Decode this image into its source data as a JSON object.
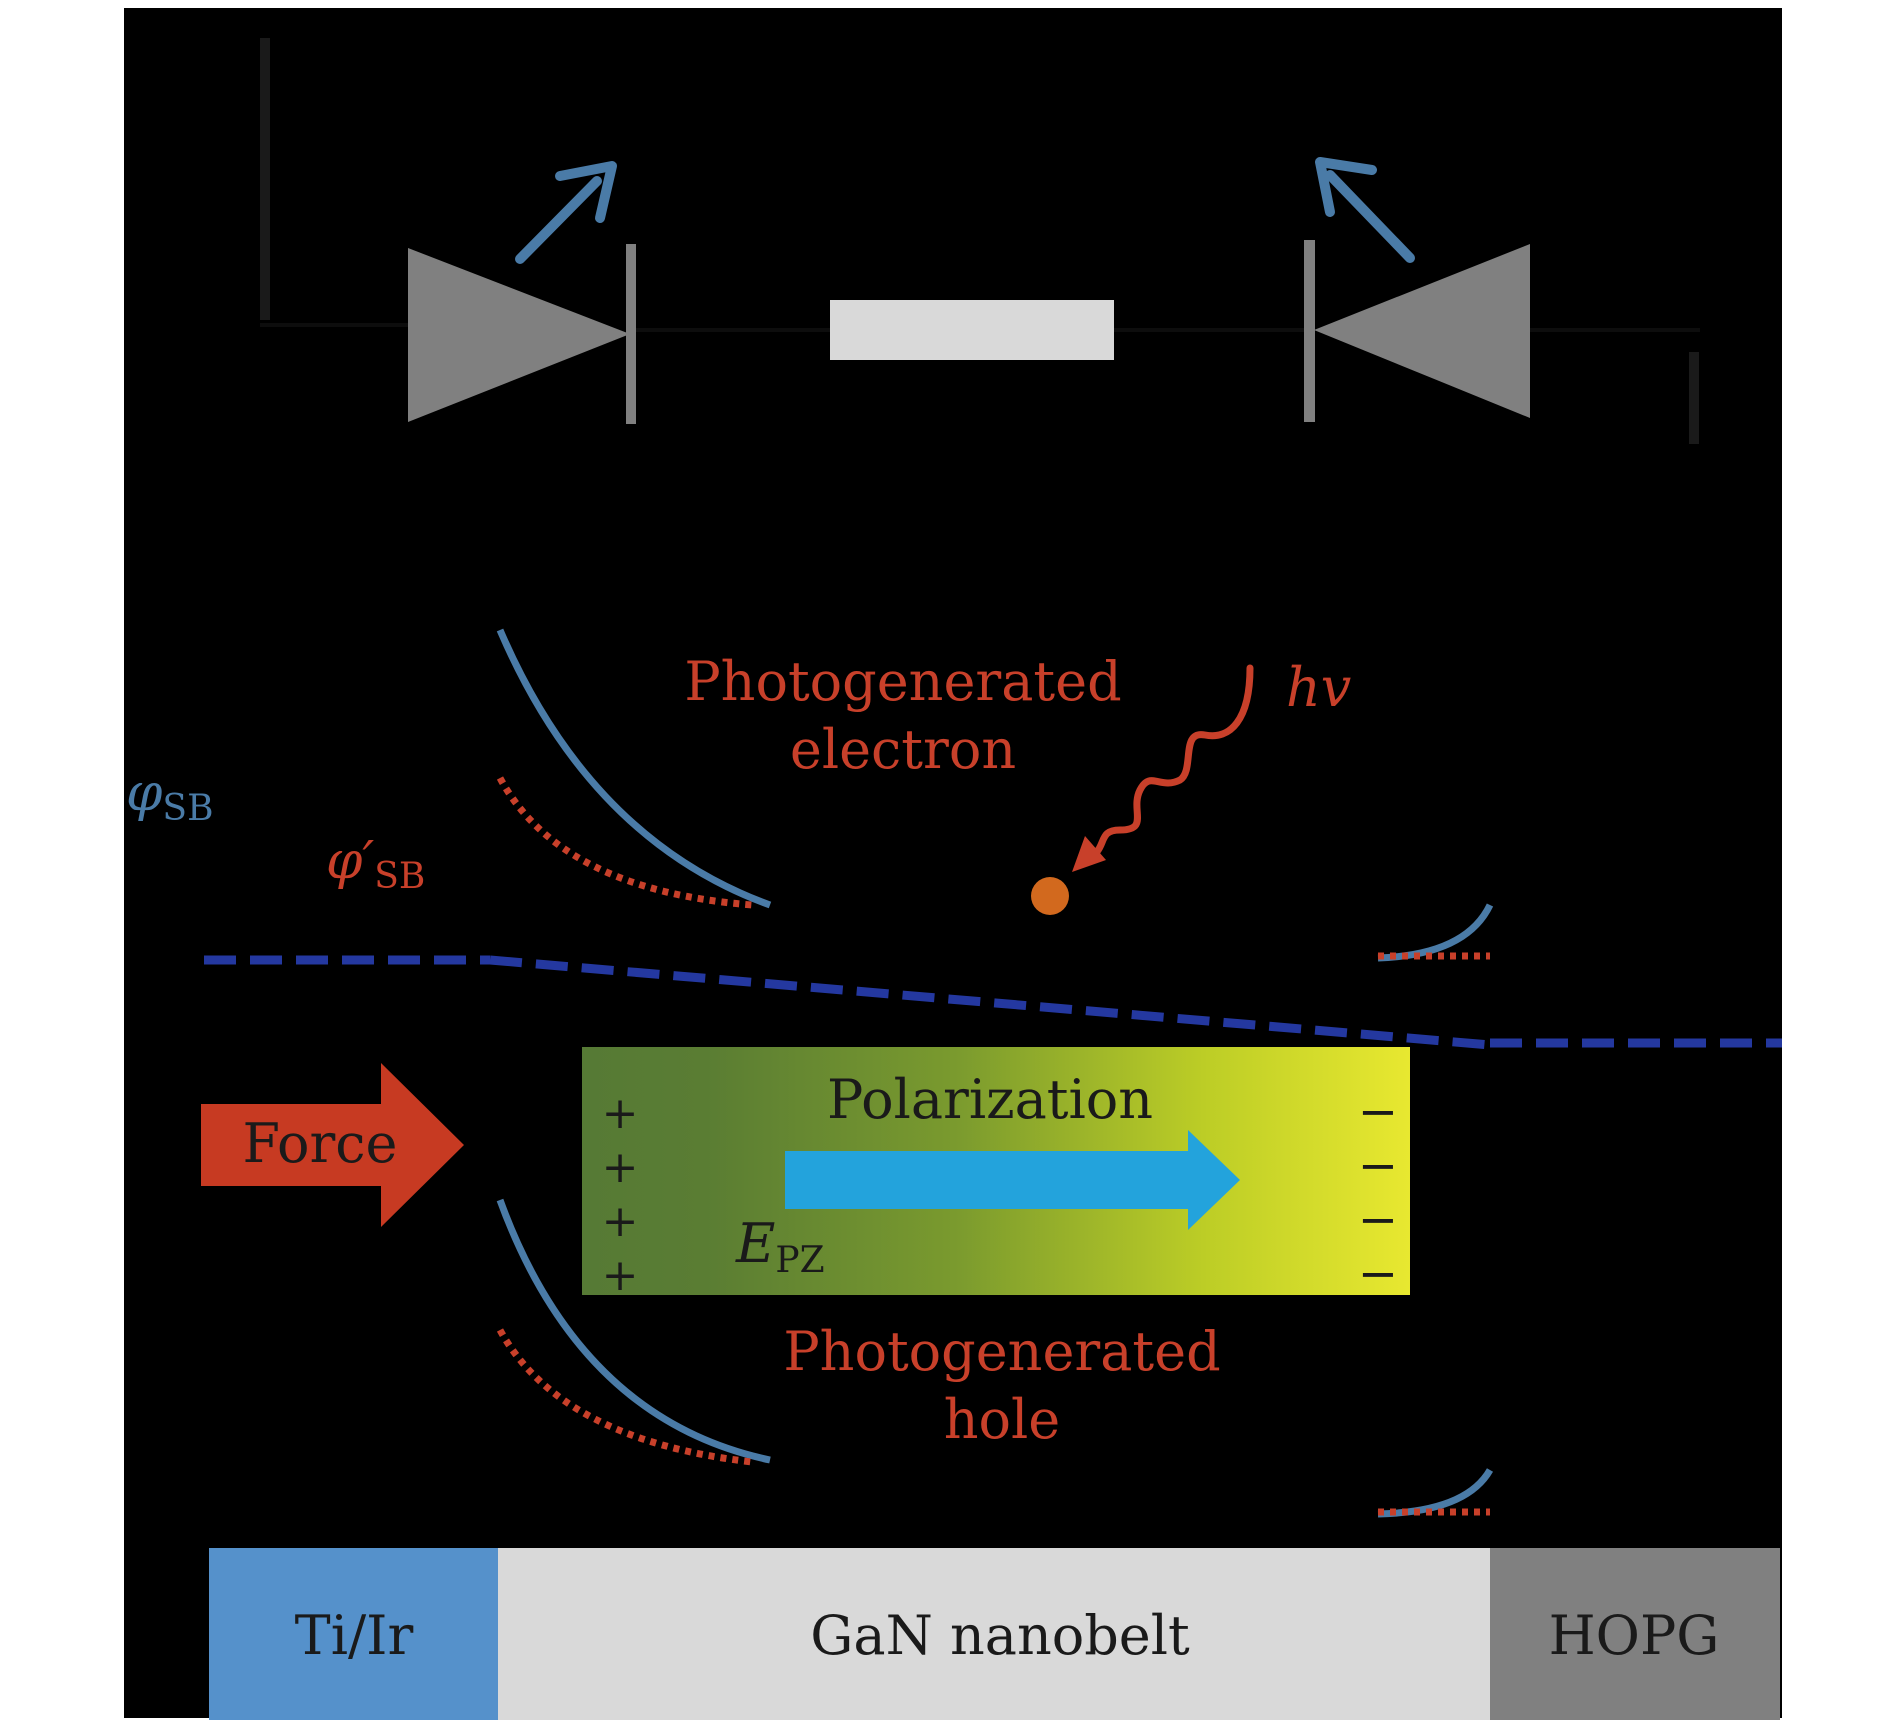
{
  "labels": {
    "photogenerated_electron_line1": "Photogenerated",
    "photogenerated_electron_line2": "electron",
    "photon": "hv",
    "phi_sb": "φ",
    "phi_sb_sub": "SB",
    "phi_sb_prime": "φ′",
    "phi_sb_prime_sub": "SB",
    "force": "Force",
    "polarization": "Polarization",
    "epz": "E",
    "epz_sub": "PZ",
    "photogenerated_hole_line1": "Photogenerated",
    "photogenerated_hole_line2": "hole",
    "plus": "+",
    "minus": "−"
  },
  "materials": {
    "left": "Ti/Ir",
    "middle": "GaN nanobelt",
    "right": "HOPG"
  },
  "colors": {
    "background": "#000000",
    "blue_curve": "#4a7ba7",
    "red_dotted": "#c8402a",
    "fermi_dashed": "#2438a0",
    "force_arrow": "#c73a22",
    "polarization_arrow": "#23a3dc",
    "gradient_start": "#567a35",
    "gradient_end": "#e8e830",
    "diode_gray": "#808080",
    "resistor_light": "#d9d9d9",
    "ti_ir": "#5591cb",
    "gan": "#d9d9d9",
    "hopg": "#808080",
    "electron_dot": "#d2691e"
  }
}
